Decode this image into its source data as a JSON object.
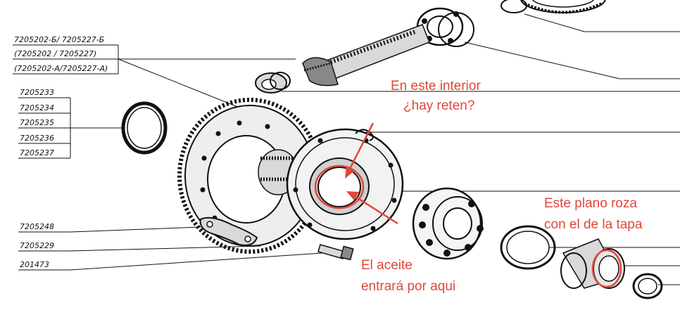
{
  "part_numbers": {
    "p1": "7205202-Б/ 7205227-Б",
    "p2": "(7205202 / 7205227)",
    "p3": "(7205202-А/7205227-А)",
    "p4": "7205233",
    "p5": "7205234",
    "p6": "7205235",
    "p7": "7205236",
    "p8": "7205237",
    "p9": "7205248",
    "p10": "7205229",
    "p11": "201473"
  },
  "annotations": {
    "q1_line1": "En este interior",
    "q1_line2": "¿hay reten?",
    "q2_line1": "Este plano roza",
    "q2_line2": "con el de la tapa",
    "q3_line1": "El aceite",
    "q3_line2": "entrará por aqui"
  },
  "colors": {
    "annotation": "#e0473a",
    "ink": "#111111"
  }
}
